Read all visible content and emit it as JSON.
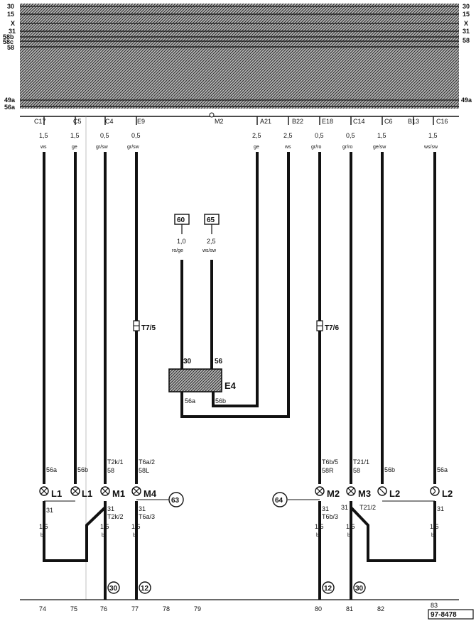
{
  "rails_left": [
    "30",
    "15",
    "X",
    "31",
    "58b",
    "58c",
    "58",
    "49a",
    "56a"
  ],
  "rails_right": [
    "30",
    "15",
    "X",
    "31",
    "58",
    "49a"
  ],
  "terminals": [
    "C17",
    "C5",
    "C4",
    "E9",
    "M2",
    "A21",
    "B22",
    "E18",
    "C14",
    "C6",
    "B13",
    "C16"
  ],
  "wires": [
    {
      "size": "1,5",
      "color": "ws"
    },
    {
      "size": "1,5",
      "color": "ge"
    },
    {
      "size": "0,5",
      "color": "gr/sw"
    },
    {
      "size": "0,5",
      "color": "gr/sw"
    },
    {
      "size": "2,5",
      "color": "ge"
    },
    {
      "size": "2,5",
      "color": "ws"
    },
    {
      "size": "0,5",
      "color": "gr/ro"
    },
    {
      "size": "0,5",
      "color": "gr/ro"
    },
    {
      "size": "1,5",
      "color": "ge/sw"
    },
    {
      "size": "1,5",
      "color": "ws/sw"
    }
  ],
  "refs": {
    "r60": "60",
    "r65": "65",
    "r63": "63",
    "r64": "64"
  },
  "feed_left": {
    "size": "1,0",
    "color": "ro/ge"
  },
  "feed_right": {
    "size": "2,5",
    "color": "ws/sw"
  },
  "connectors": {
    "t75": "T7/5",
    "t76": "T7/6"
  },
  "e4": {
    "name": "E4",
    "p30": "30",
    "p56": "56",
    "p56a": "56a",
    "p56b": "56b"
  },
  "upper_pins": {
    "l1a": "56a",
    "l1b": "56b",
    "m1a": "T2k/1",
    "m1b": "58",
    "m4a": "T6a/2",
    "m4b": "58L",
    "m2a": "T6b/5",
    "m2b": "58R",
    "m3a": "T21/1",
    "m3b": "58",
    "l2a": "56b",
    "l2b": "56a"
  },
  "components": {
    "l1a": "L1",
    "l1b": "L1",
    "m1": "M1",
    "m4": "M4",
    "m2": "M2",
    "m3": "M3",
    "l2a": "L2",
    "l2b": "L2"
  },
  "lower_pins": {
    "a": "31",
    "b": "31",
    "c": "T2k/2",
    "d": "31",
    "e": "T6a/3",
    "f": "31",
    "g": "T6b/3",
    "h": "31",
    "i": "T21/2",
    "j": "31"
  },
  "ground": {
    "size": "1,5",
    "color": "br"
  },
  "ground_refs": {
    "g76": "30",
    "g77": "12",
    "g80": "12",
    "g81": "30"
  },
  "tracks": [
    "74",
    "75",
    "76",
    "77",
    "78",
    "79",
    "80",
    "81",
    "82",
    "83"
  ],
  "doc_id": "97-8478"
}
